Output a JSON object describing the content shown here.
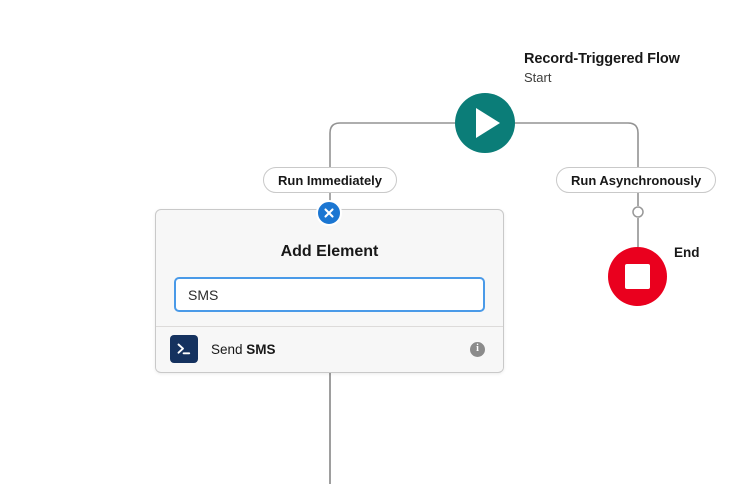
{
  "flow": {
    "start": {
      "title": "Record-Triggered Flow",
      "subtitle": "Start",
      "icon": "play-icon",
      "color": "#0b7d78"
    },
    "branches": [
      {
        "label": "Run Immediately"
      },
      {
        "label": "Run Asynchronously"
      }
    ],
    "end": {
      "label": "End",
      "icon": "stop-square-icon",
      "color": "#ea001e"
    }
  },
  "panel": {
    "title": "Add Element",
    "close_icon": "close-icon",
    "close_color": "#1b76d2",
    "search": {
      "value": "SMS",
      "placeholder": "Search elements"
    },
    "results": [
      {
        "icon": "terminal-prompt-icon",
        "icon_color": "#15325f",
        "label_prefix": "Send ",
        "label_strong": "SMS",
        "info_icon": "info-icon"
      }
    ]
  }
}
